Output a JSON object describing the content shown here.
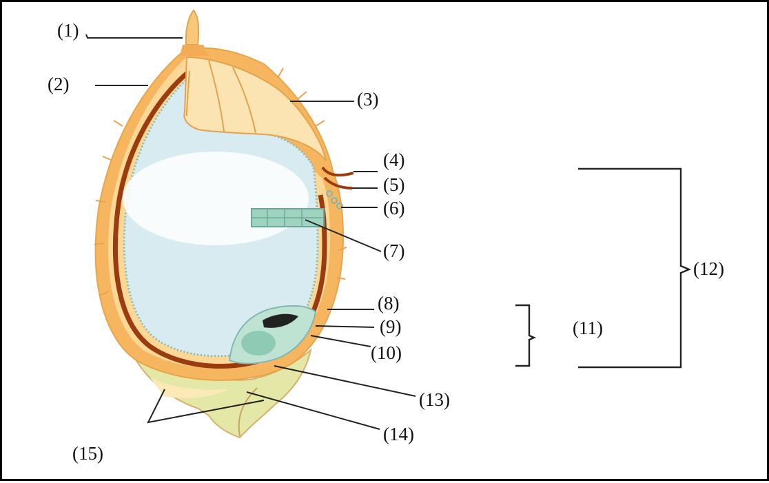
{
  "diagram": {
    "labels": [
      "(1)",
      "(2)",
      "(3)",
      "(4)",
      "(5)",
      "(6)",
      "(7)",
      "(8)",
      "(9)",
      "(10)",
      "(11)",
      "(12)",
      "(13)",
      "(14)",
      "(15)"
    ]
  },
  "colors": {
    "husk": "#f7c06a",
    "husk_light": "#fde3b0",
    "seed_coat": "#9c3d12",
    "endosperm": "#d9ecf2",
    "aleurone": "#7fb7b4",
    "embryo": "#9fd3c0",
    "sterile_lemma": "#e3e3a0",
    "frame": "#000000"
  }
}
